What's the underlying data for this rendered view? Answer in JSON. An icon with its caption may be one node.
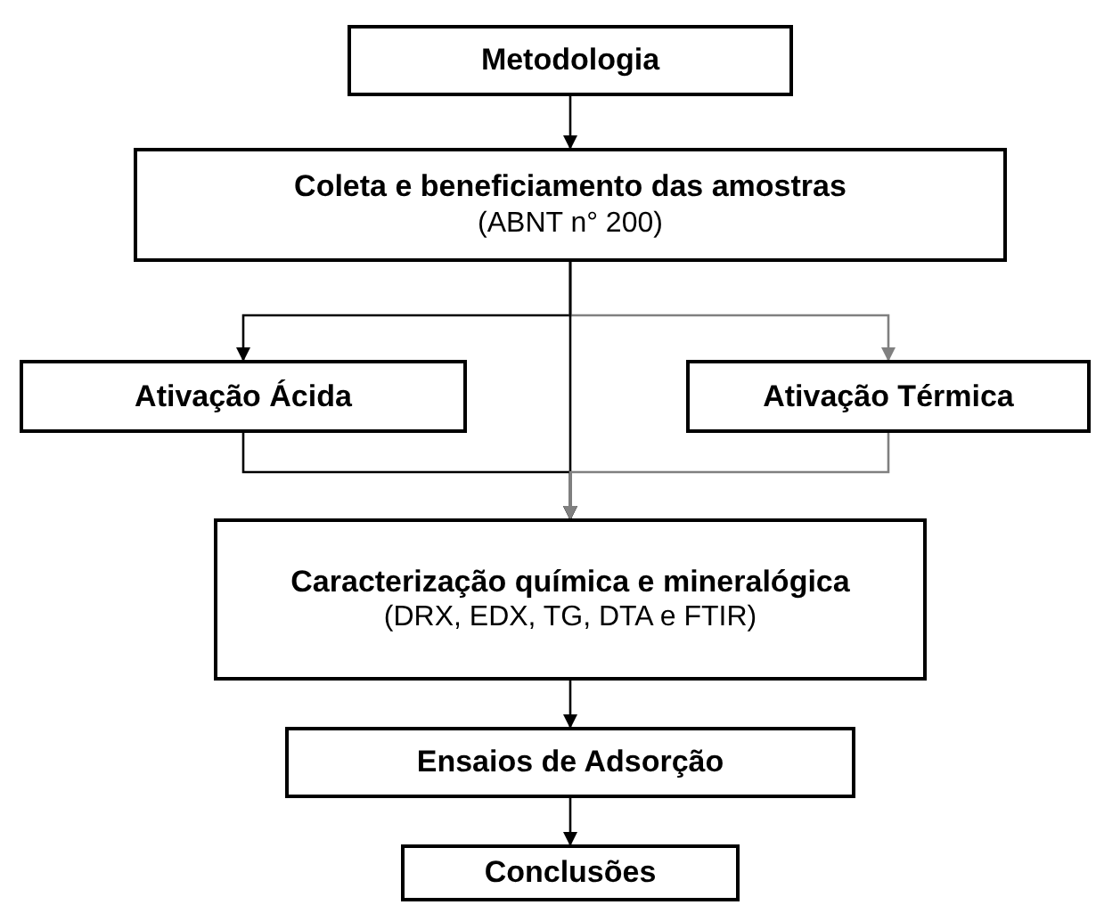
{
  "diagram": {
    "nodes": [
      {
        "text": [
          "Metodologia"
        ]
      },
      {
        "text": [
          "Coleta e beneficiamento das amostras",
          "(ABNT n° 200)"
        ]
      },
      {
        "text": [
          "Ativação Ácida"
        ]
      },
      {
        "text": [
          "Ativação Térmica"
        ]
      },
      {
        "text": [
          "Caracterização química e mineralógica",
          "(DRX, EDX, TG, DTA e FTIR)"
        ]
      },
      {
        "text": [
          "Ensaios de Adsorção"
        ]
      },
      {
        "text": [
          "Conclusões"
        ]
      }
    ],
    "edges": [
      {
        "from": 0,
        "to": 1,
        "arrow": "to"
      },
      {
        "from": 1,
        "to": 2,
        "arrow": "to"
      },
      {
        "from": 1,
        "to": 3,
        "arrow": "to",
        "color": "#808080"
      },
      {
        "from": 1,
        "to": 4,
        "arrow": "to"
      },
      {
        "from": 2,
        "to": 4,
        "arrow": "to"
      },
      {
        "from": 3,
        "to": 4,
        "arrow": "to",
        "color": "#808080"
      },
      {
        "from": 4,
        "to": 5,
        "arrow": "to"
      },
      {
        "from": 5,
        "to": 6,
        "arrow": "to"
      }
    ]
  }
}
